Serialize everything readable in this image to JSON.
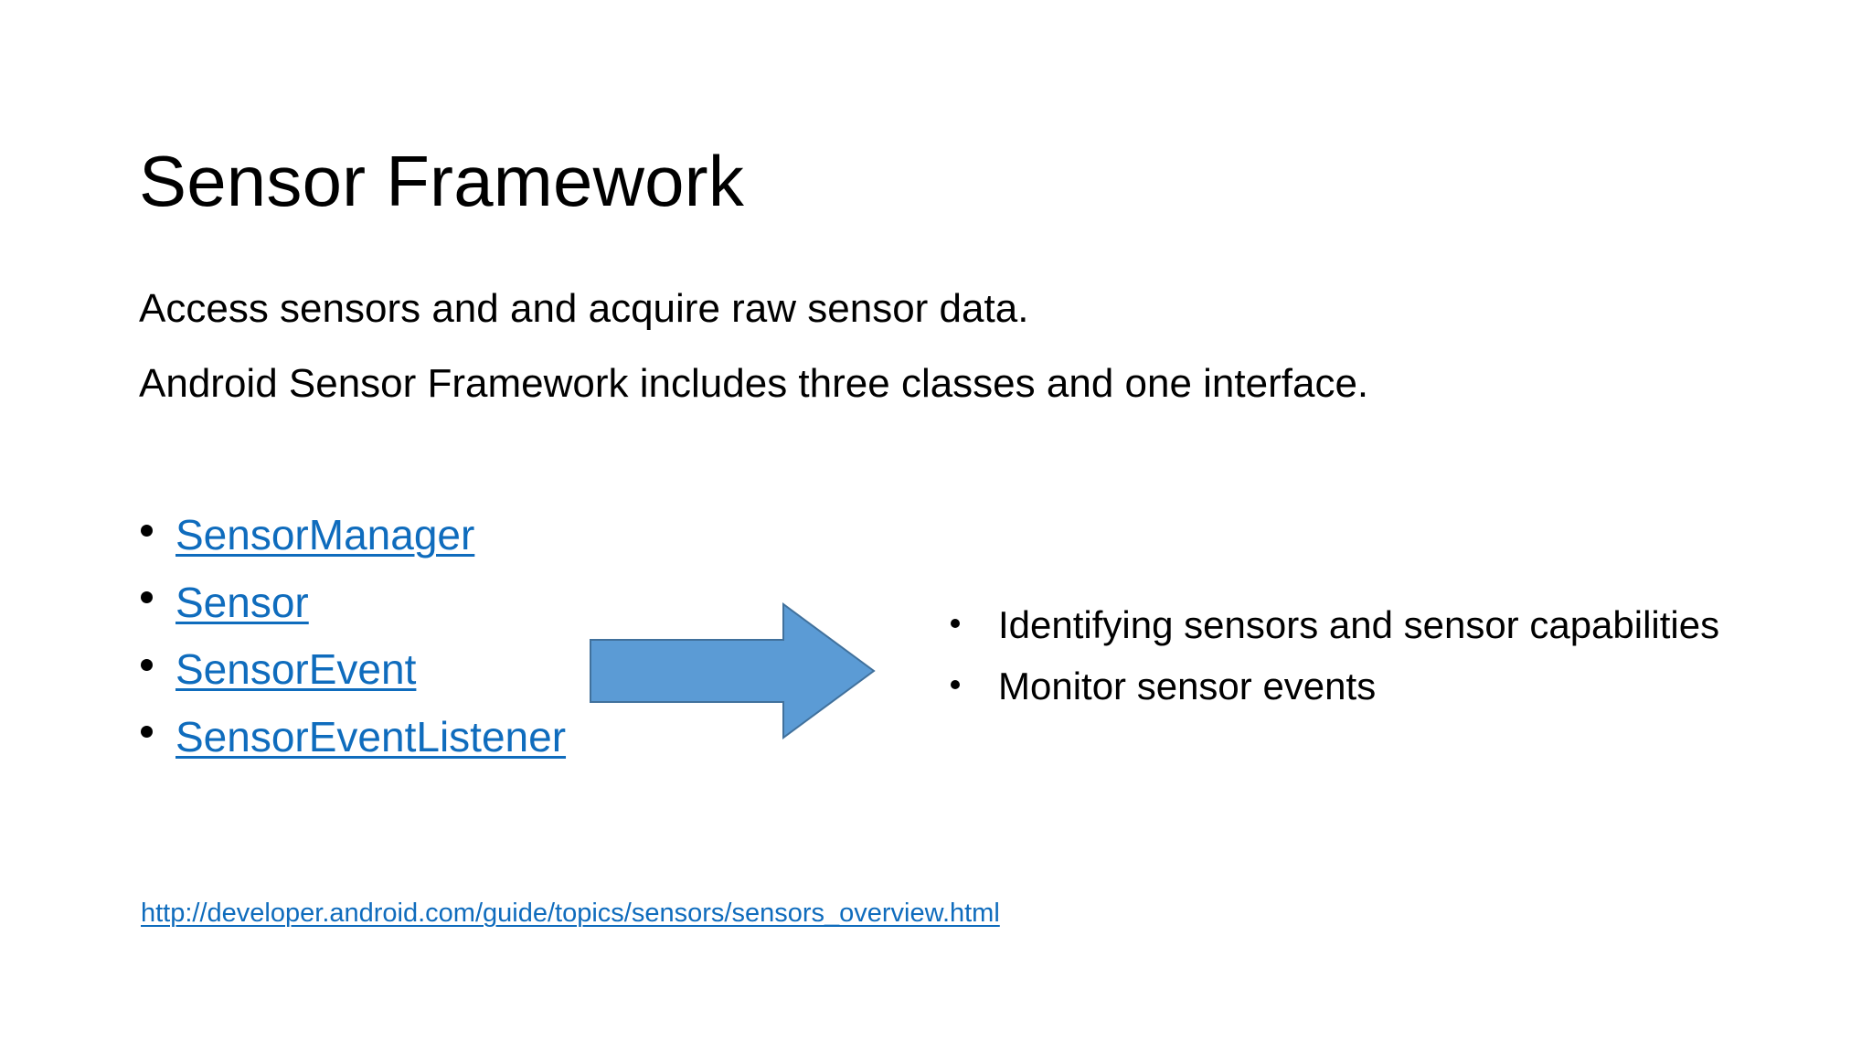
{
  "slide": {
    "title": "Sensor Framework",
    "intro_lines": [
      "Access sensors and and acquire raw sensor data.",
      "Android Sensor Framework includes three classes and one interface."
    ],
    "api_links": [
      {
        "label": "SensorManager"
      },
      {
        "label": "Sensor"
      },
      {
        "label": "SensorEvent"
      },
      {
        "label": "SensorEventListener"
      }
    ],
    "arrow": {
      "icon": "right-arrow-icon",
      "direction": "right",
      "fill_color": "#5B9BD5",
      "stroke_color": "#41719C"
    },
    "outcomes": [
      {
        "label": "Identifying sensors and sensor capabilities"
      },
      {
        "label": "Monitor sensor events"
      }
    ],
    "source_link": {
      "label": "http://developer.android.com/guide/topics/sensors/sensors_overview.html"
    },
    "colors": {
      "background": "#FFFFFF",
      "text": "#000000",
      "hyperlink": "#0F6CBD",
      "arrow_fill": "#5B9BD5",
      "arrow_stroke": "#41719C"
    }
  }
}
